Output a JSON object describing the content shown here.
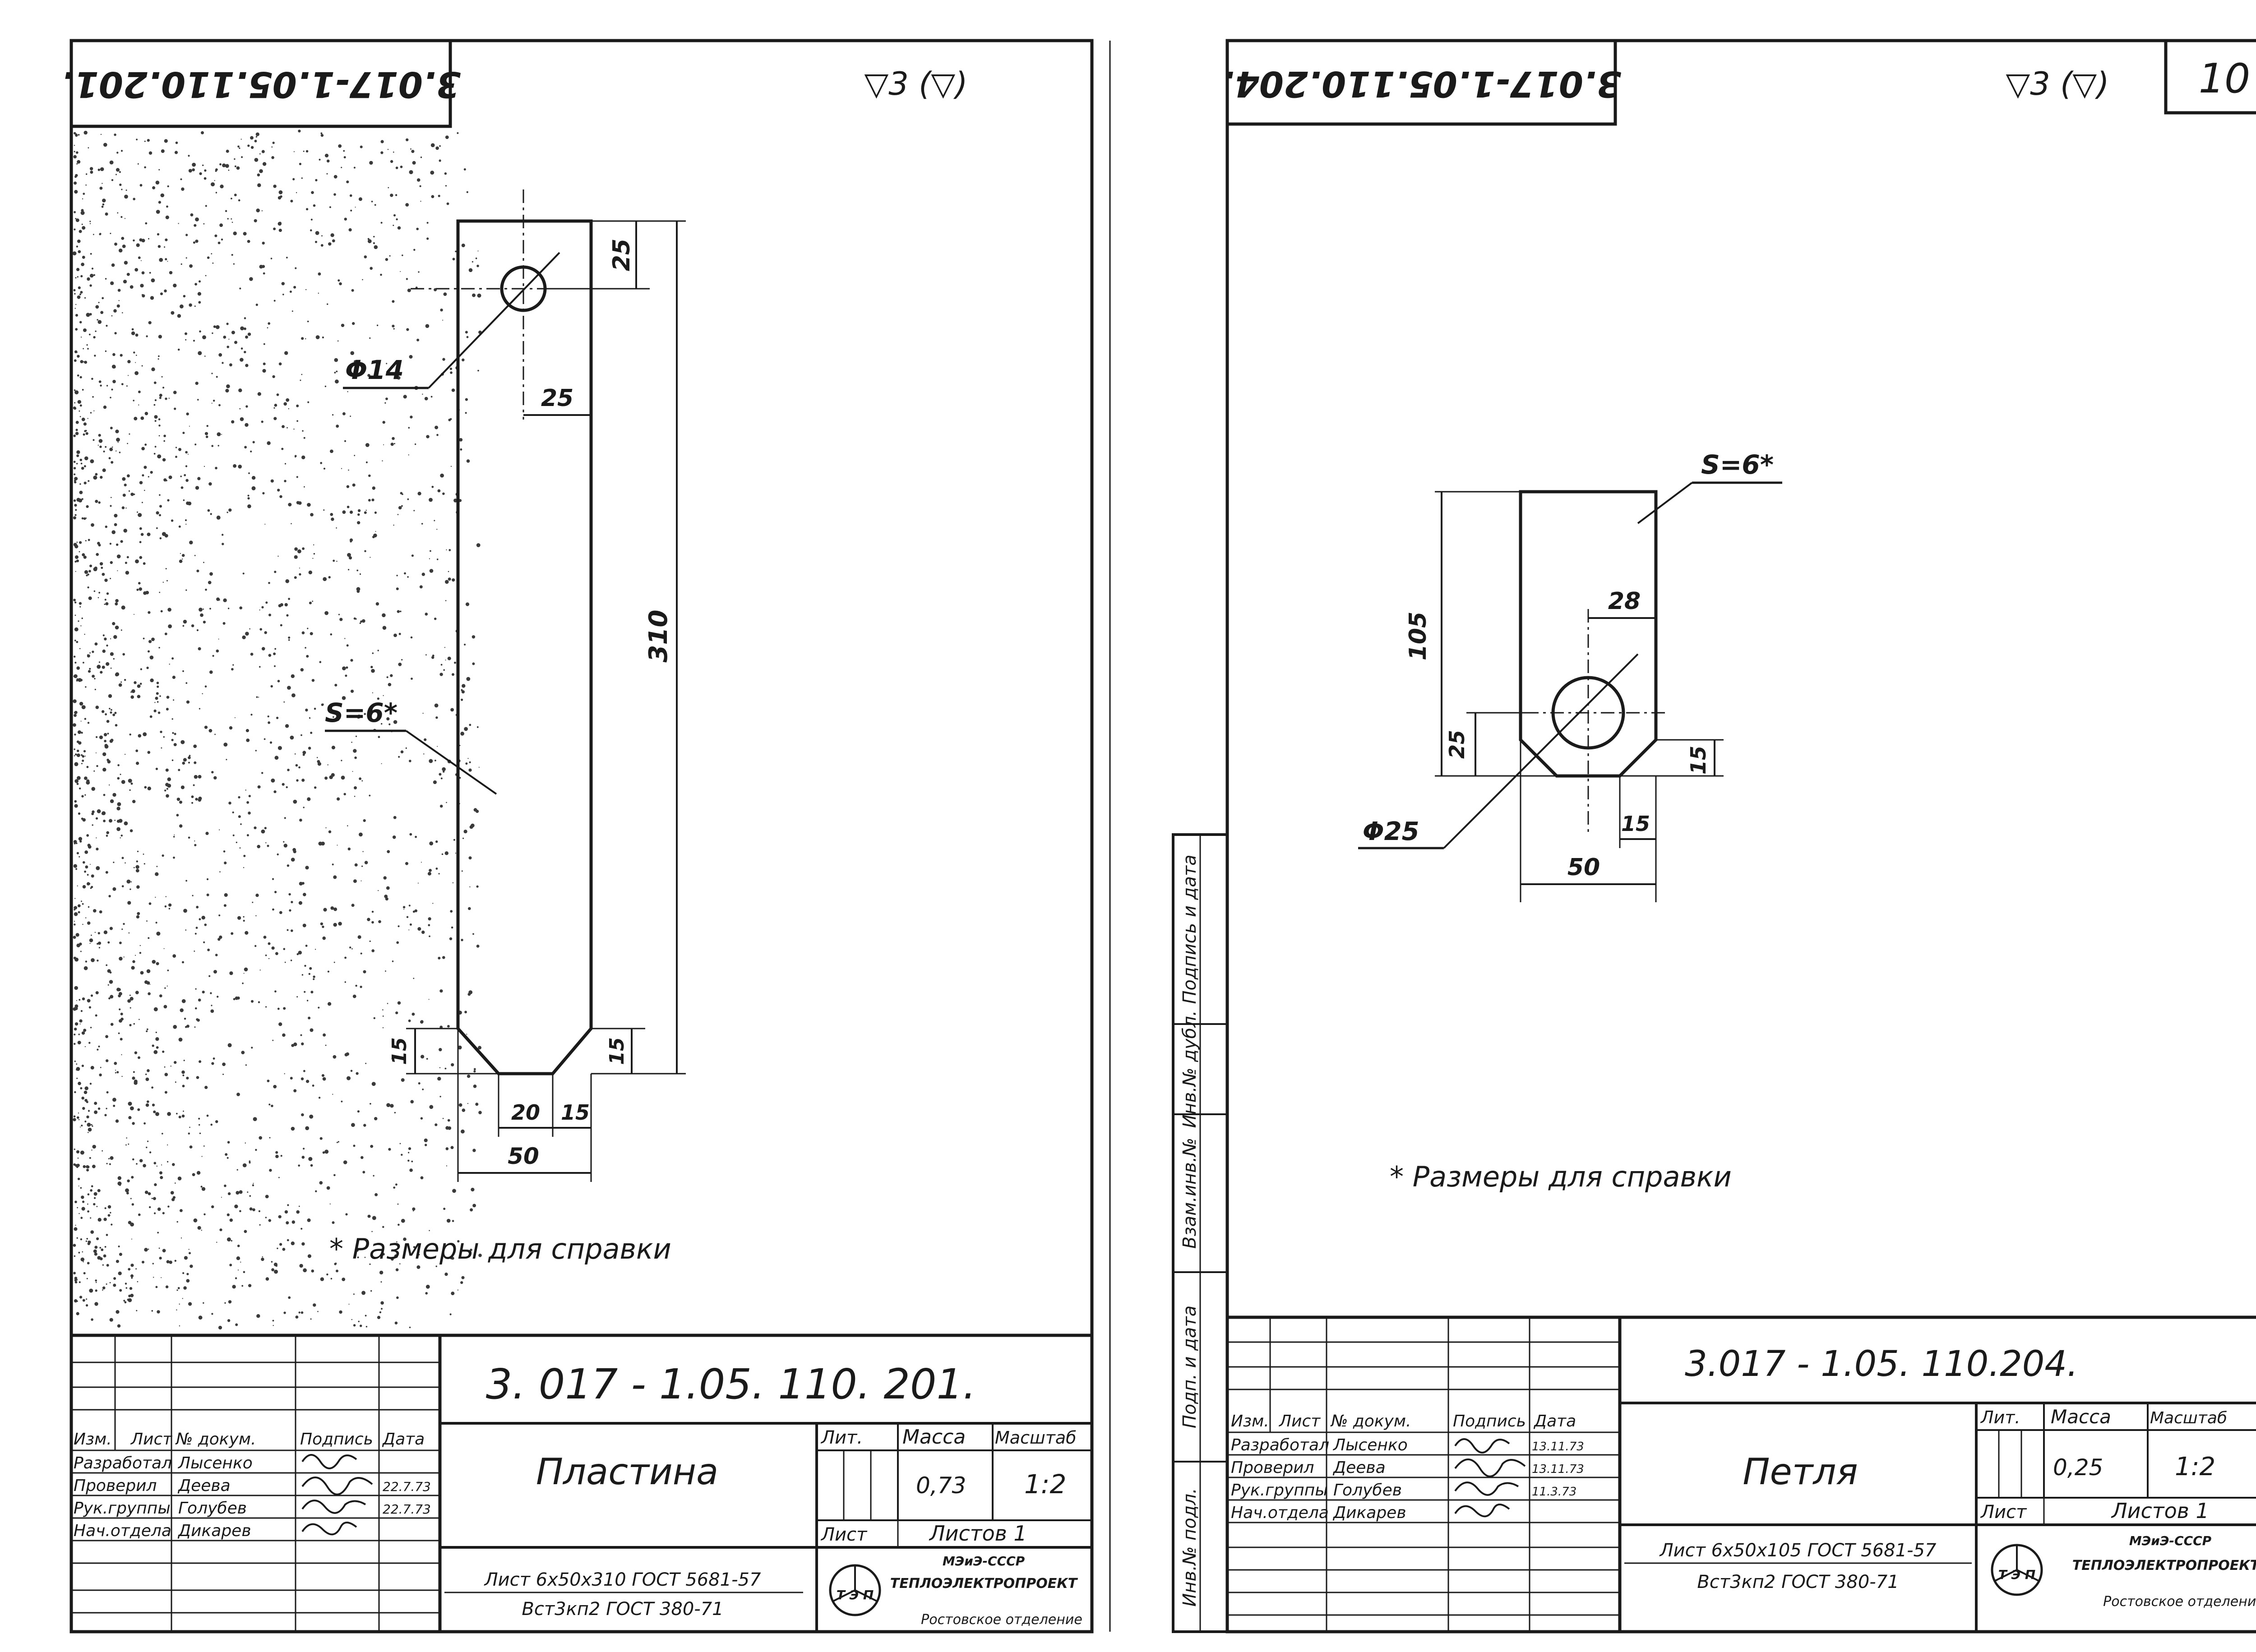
{
  "left_sheet": {
    "stamp_top": "3.017-1.05.110.201.",
    "roughness": "▽3 (▽)",
    "dims": {
      "hole": "Φ14",
      "top_offset": "25",
      "hole_offset": "25",
      "length": "310",
      "bottom_chamfer_left": "15",
      "bottom_chamfer_right": "15",
      "bottom_inner": "20",
      "bottom_side": "15",
      "width": "50",
      "thickness": "S=6*"
    },
    "note": "* Размеры для справки",
    "title_block": {
      "designation": "3. 017 - 1.05. 110. 201.",
      "name": "Пластина",
      "header_cols": [
        "Изм.",
        "Лист",
        "№ докум.",
        "Подпись",
        "Дата"
      ],
      "rows": [
        {
          "role": "Разработал",
          "name": "Лысенко",
          "date": ""
        },
        {
          "role": "Проверил",
          "name": "Деева",
          "date": "22.7.73"
        },
        {
          "role": "Рук.группы",
          "name": "Голубев",
          "date": "22.7.73"
        },
        {
          "role": "Нач.отдела",
          "name": "Дикарев",
          "date": ""
        }
      ],
      "lit_label": "Лит.",
      "mass_label": "Масса",
      "scale_label": "Масштаб",
      "mass": "0,73",
      "scale": "1:2",
      "sheet_label": "Лист",
      "sheets_label": "Листов 1",
      "material_1": "Лист 6х50х310 ГОСТ 5681-57",
      "material_2": "Вст3кп2 ГОСТ 380-71",
      "org_1": "МЭиЭ-СССР",
      "org_2": "ТЕПЛОЭЛЕКТРОПРОЕКТ",
      "org_3": "Ростовское отделение",
      "logo_letters": "Т Э П"
    }
  },
  "right_sheet": {
    "stamp_top": "3.017-1.05.110.204.",
    "roughness": "▽3 (▽)",
    "sheet_number": "10",
    "dims": {
      "thickness": "S=6*",
      "hole_offset": "28",
      "height": "105",
      "bottom_offset": "25",
      "hole": "Φ25",
      "chamfer_h": "15",
      "chamfer_w": "15",
      "width": "50"
    },
    "note": "* Размеры для справки",
    "side_stamp": [
      "Инв.№ подл.",
      "Подп. и дата",
      "Взам.инв.№",
      "Инв.№ дубл.",
      "Подпись и дата"
    ],
    "title_block": {
      "designation": "3.017 - 1.05. 110.204.",
      "name": "Петля",
      "header_cols": [
        "Изм.",
        "Лист",
        "№ докум.",
        "Подпись",
        "Дата"
      ],
      "rows": [
        {
          "role": "Разработал",
          "name": "Лысенко",
          "date": "13.11.73"
        },
        {
          "role": "Проверил",
          "name": "Деева",
          "date": "13.11.73"
        },
        {
          "role": "Рук.группы",
          "name": "Голубев",
          "date": "11.3.73"
        },
        {
          "role": "Нач.отдела",
          "name": "Дикарев",
          "date": ""
        }
      ],
      "lit_label": "Лит.",
      "mass_label": "Масса",
      "scale_label": "Масштаб",
      "mass": "0,25",
      "scale": "1:2",
      "sheet_label": "Лист",
      "sheets_label": "Листов 1",
      "material_1": "Лист 6х50х105 ГОСТ 5681-57",
      "material_2": "Вст3кп2 ГОСТ 380-71",
      "org_1": "МЭиЭ-СССР",
      "org_2": "ТЕПЛОЭЛЕКТРОПРОЕКТ",
      "org_3": "Ростовское отделение",
      "logo_letters": "Т Э П"
    }
  }
}
